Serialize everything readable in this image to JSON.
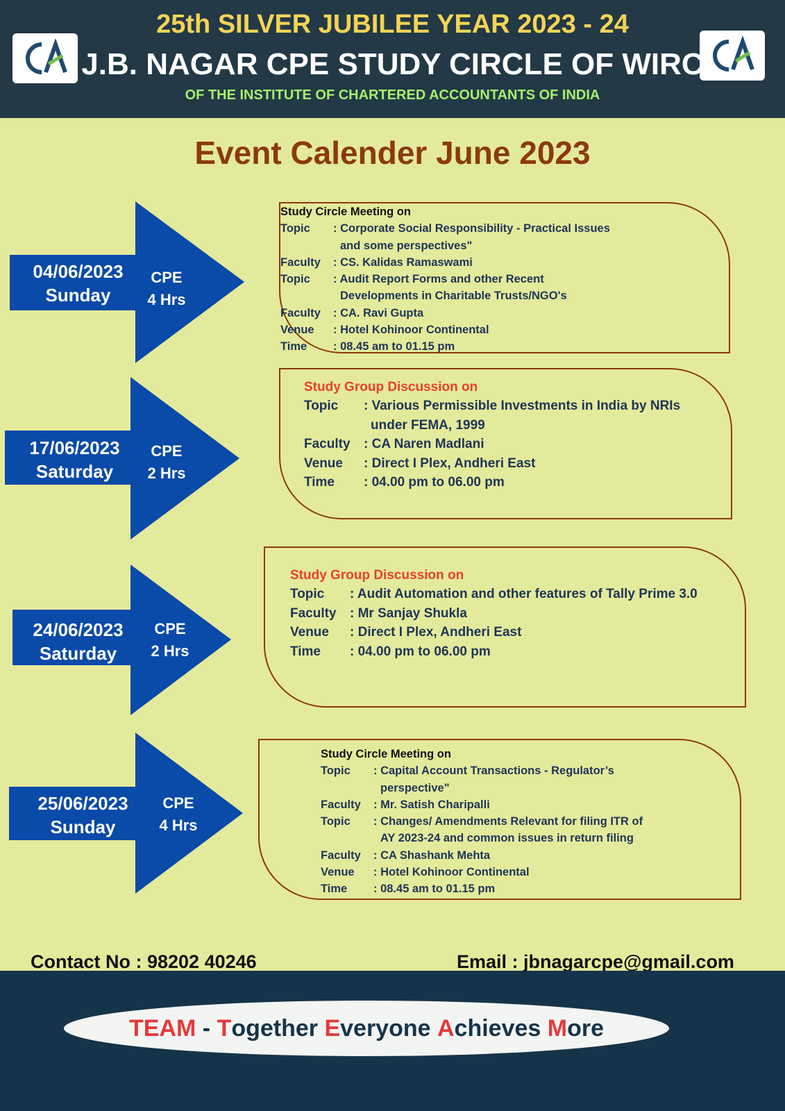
{
  "header": {
    "line1": "25th SILVER JUBILEE YEAR 2023 - 24",
    "line2": "J.B. NAGAR CPE  STUDY CIRCLE OF WIRC",
    "line3": "OF THE INSTITUTE OF CHARTERED ACCOUNTANTS OF INDIA",
    "logo_text": "CA"
  },
  "title": "Event Calender June 2023",
  "events": [
    {
      "date": "04/06/2023",
      "day": "Sunday",
      "cpe": "CPE",
      "hrs": "4 Hrs",
      "heading": "Study Circle Meeting on",
      "lines": [
        {
          "k": "Topic",
          "v": ": Corporate Social Responsibility - Practical Issues"
        },
        {
          "k": "",
          "v": "and some perspectives\""
        },
        {
          "k": "Faculty",
          "v": ": CS. Kalidas Ramaswami"
        },
        {
          "k": "Topic",
          "v": ": Audit Report Forms and other Recent"
        },
        {
          "k": "",
          "v": "Developments in Charitable Trusts/NGO's"
        },
        {
          "k": "Faculty",
          "v": ":  CA. Ravi Gupta"
        },
        {
          "k": "Venue",
          "v": ": Hotel Kohinoor Continental"
        },
        {
          "k": "Time",
          "v": ": 08.45 am to 01.15 pm"
        }
      ]
    },
    {
      "date": "17/06/2023",
      "day": "Saturday",
      "cpe": "CPE",
      "hrs": "2 Hrs",
      "heading": "Study Group Discussion on",
      "lines": [
        {
          "k": "Topic",
          "v": ": Various Permissible Investments in India by NRIs"
        },
        {
          "k": "",
          "v": "under FEMA, 1999"
        },
        {
          "k": "Faculty",
          "v": ": CA Naren Madlani"
        },
        {
          "k": "Venue",
          "v": ": Direct I Plex, Andheri East"
        },
        {
          "k": "Time",
          "v": ": 04.00 pm to 06.00 pm"
        }
      ]
    },
    {
      "date": "24/06/2023",
      "day": "Saturday",
      "cpe": "CPE",
      "hrs": "2 Hrs",
      "heading": "Study Group Discussion on",
      "lines": [
        {
          "k": "Topic",
          "v": ": Audit Automation and other features of Tally Prime  3.0"
        },
        {
          "k": "Faculty",
          "v": ": Mr Sanjay Shukla"
        },
        {
          "k": "Venue",
          "v": ": Direct I Plex, Andheri East"
        },
        {
          "k": "Time",
          "v": ": 04.00 pm to 06.00 pm"
        }
      ]
    },
    {
      "date": "25/06/2023",
      "day": "Sunday",
      "cpe": "CPE",
      "hrs": "4 Hrs",
      "heading": "Study Circle Meeting on",
      "lines": [
        {
          "k": "Topic",
          "v": ": Capital Account Transactions - Regulator’s"
        },
        {
          "k": "",
          "v": "perspective\""
        },
        {
          "k": "Faculty",
          "v": ": Mr. Satish Charipalli"
        },
        {
          "k": "Topic",
          "v": ": Changes/ Amendments Relevant for filing ITR of"
        },
        {
          "k": "",
          "v": "AY 2023-24 and common issues in return filing"
        },
        {
          "k": "Faculty",
          "v": ":  CA Shashank Mehta"
        },
        {
          "k": "Venue",
          "v": ": Hotel Kohinoor Continental"
        },
        {
          "k": "Time",
          "v": ": 08.45 am to 01.15 pm"
        }
      ]
    }
  ],
  "contact": "Contact No : 98202 40246",
  "email": "Email : jbnagarcpe@gmail.com",
  "motto": [
    {
      "t": "TEAM",
      "red": true
    },
    {
      "t": " - ",
      "red": false
    },
    {
      "t": "T",
      "red": true
    },
    {
      "t": "ogether ",
      "red": false
    },
    {
      "t": "E",
      "red": true
    },
    {
      "t": "veryone ",
      "red": false
    },
    {
      "t": "A",
      "red": true
    },
    {
      "t": "chieves ",
      "red": false
    },
    {
      "t": "M",
      "red": true
    },
    {
      "t": "ore",
      "red": false
    }
  ],
  "colors": {
    "header": "#233946",
    "background": "#e4ea9b",
    "arrow": "#0a4aa8",
    "title": "#8b3a0f",
    "accent": "#e8412c"
  }
}
